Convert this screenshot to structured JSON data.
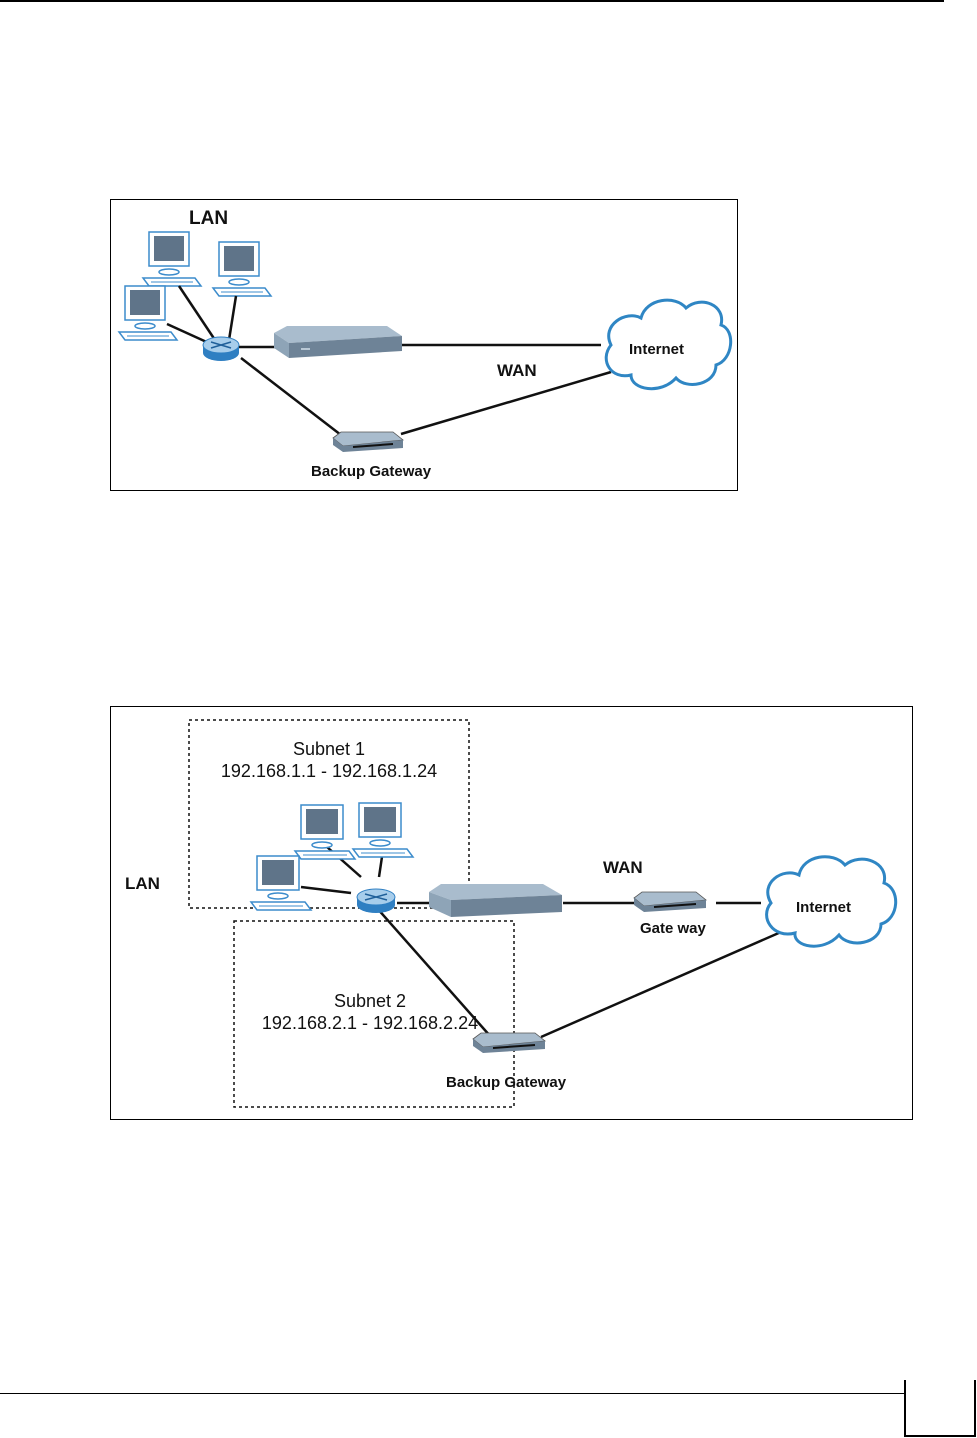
{
  "page": {
    "page_number": ""
  },
  "figure1": {
    "labels": {
      "lan": "LAN",
      "wan": "WAN",
      "internet": "Internet",
      "backup_gateway": "Backup Gateway"
    },
    "nodes": [
      "computer",
      "computer",
      "computer",
      "router",
      "primary-device",
      "backup-gateway",
      "internet-cloud"
    ]
  },
  "figure2": {
    "labels": {
      "lan": "LAN",
      "wan": "WAN",
      "internet": "Internet",
      "gateway": "Gate way",
      "backup_gateway": "Backup Gateway",
      "subnet1_name": "Subnet 1",
      "subnet1_range": "192.168.1.1 - 192.168.1.24",
      "subnet2_name": "Subnet 2",
      "subnet2_range": "192.168.2.1 - 192.168.2.24"
    },
    "nodes": [
      "computer",
      "computer",
      "computer",
      "router",
      "primary-device",
      "gateway",
      "backup-gateway",
      "internet-cloud"
    ]
  },
  "colors": {
    "device_top": "#a9bccd",
    "device_front": "#6e8397",
    "screen": "#5f7489",
    "cloud_outline": "#2f86c4",
    "router": "#3d8fd0"
  }
}
